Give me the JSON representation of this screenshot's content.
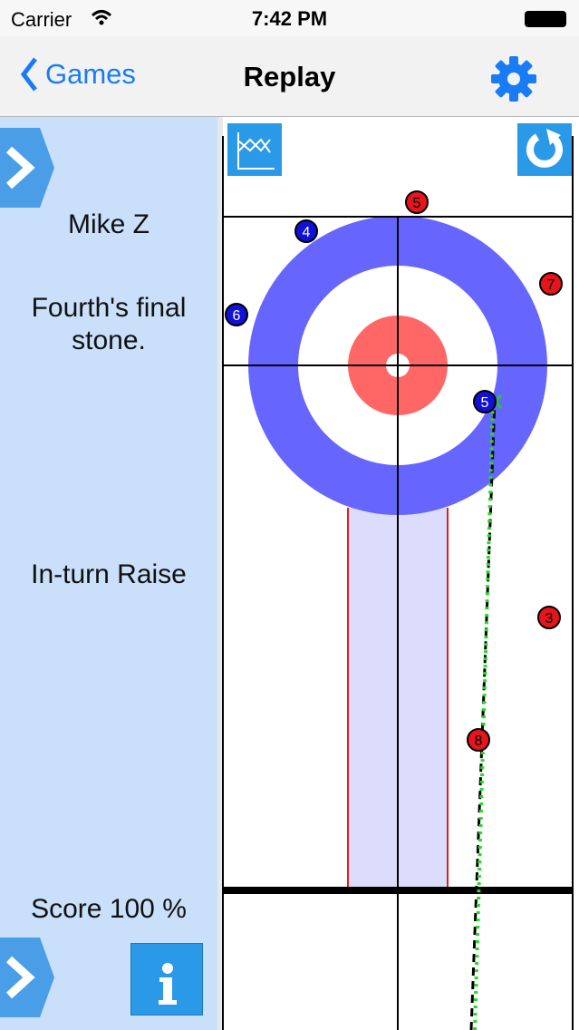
{
  "status": {
    "carrier": "Carrier",
    "time": "7:42 PM"
  },
  "nav": {
    "back_label": "Games",
    "title": "Replay"
  },
  "panel": {
    "player": "Mike Z",
    "description": "Fourth's final stone.",
    "shot": "In-turn Raise",
    "score": "Score 100 %"
  },
  "colors": {
    "team_red": "#e8141c",
    "team_blue": "#1010d8",
    "ring_outer": "#6666ff",
    "ring_button": "#ff6666",
    "accent": "#2a9ae8",
    "panel_bg": "#c9dffa"
  },
  "stones": [
    {
      "team": "red",
      "number": "5"
    },
    {
      "team": "blue",
      "number": "4"
    },
    {
      "team": "red",
      "number": "7"
    },
    {
      "team": "blue",
      "number": "6"
    },
    {
      "team": "blue",
      "number": "5"
    },
    {
      "team": "red",
      "number": "3"
    },
    {
      "team": "red",
      "number": "8"
    }
  ]
}
